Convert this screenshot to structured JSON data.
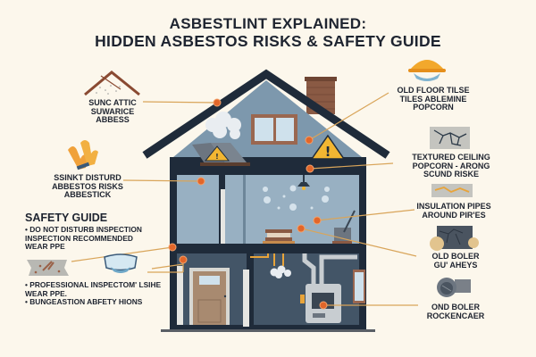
{
  "title": {
    "line1": "ASBESTLINT EXPLAINED:",
    "line2": "HIDDEN ASBESTOS RISKS & SAFETY GUIDE"
  },
  "left_callouts": [
    {
      "id": "attic",
      "icon": "attic-roof-icon",
      "label": "SUNC ATTIC\nSUWARICE\nABBESS"
    },
    {
      "id": "gloves",
      "icon": "gloves-icon",
      "label": "SSINKT DISTURD\nABBESTOS RISKS\nABBESTICK"
    }
  ],
  "safety_guide": {
    "heading": "SAFETY GUIDE",
    "bullets_top": "• DO NOT DISTURB INSPECTION\n  INSPECTION RECOMMENDED\n  WEAR PPE",
    "bullets_bottom": [
      "• PROFESSIONAL INSPECTOM' LSIHE\n  WEAR PPE.",
      "• BUNGEASTION ABFETY HIONS"
    ],
    "icons": [
      "damaged-material-icon",
      "goggles-mask-icon"
    ]
  },
  "right_callouts": [
    {
      "id": "floor-tiles",
      "icon": "hardhat-mask-icon",
      "label": "OLD FLOOR TILSE\nTILES ABLEMINE\nPOPCORN"
    },
    {
      "id": "ceiling",
      "icon": "textured-ceiling-icon",
      "label": "TEXTURED CEILING\nPOPCORN - ARONG\nSCUND RISKE"
    },
    {
      "id": "pipes",
      "icon": "insulation-pipes-icon",
      "label": "INSULATION PIPES\nAROUND PIR'ES"
    },
    {
      "id": "boiler1",
      "icon": "boiler-debris-icon",
      "label": "OLD BOLER\nGU' AHEYS"
    },
    {
      "id": "boiler2",
      "icon": "boiler-duct-icon",
      "label": "OND BOLER\nROCKENCAER"
    }
  ],
  "colors": {
    "background": "#fcf7ec",
    "house_frame": "#1f2b3a",
    "wall_light": "#7d98ad",
    "wall_dark": "#435567",
    "accent_orange": "#e2662a",
    "leader_line": "#d9a55a",
    "warning_yellow": "#f2b632",
    "chimney": "#8a5a44",
    "text": "#1e2430"
  }
}
